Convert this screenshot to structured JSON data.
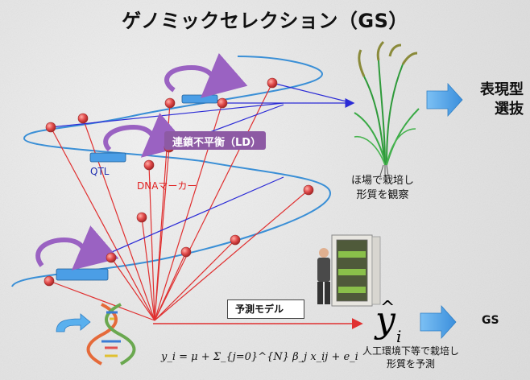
{
  "title": "ゲノミックセレクション（GS）",
  "labels": {
    "phenotypic_selection": "表現型\n選抜",
    "field_observation": "ほ場で栽培し\n形質を観察",
    "ld": "連鎖不平衡（LD）",
    "qtl": "QTL",
    "dna_marker": "DNAマーカー",
    "prediction_model": "予測モデル",
    "prediction_target": "GS",
    "controlled_env": "人工環境下等で栽培し\n形質を予測",
    "yhat_symbol": "y",
    "yhat_subscript": "i"
  },
  "equation": "y_i = μ + Σ_{j=0}^{N} β_j x_ij + e_i",
  "colors": {
    "helix": "#3a8fd6",
    "marker": "#e24c4c",
    "qtl_bar": "#4b9ee6",
    "swirl": "#9a62c2",
    "ld_box": "#8d5aa4",
    "arrow": "#4fa3e6",
    "blue_line": "#2b2bd6",
    "red_line": "#e03030"
  },
  "icons": [
    "rice-plant-icon",
    "growth-chamber-icon",
    "dna-icon",
    "curved-arrow-icon"
  ]
}
